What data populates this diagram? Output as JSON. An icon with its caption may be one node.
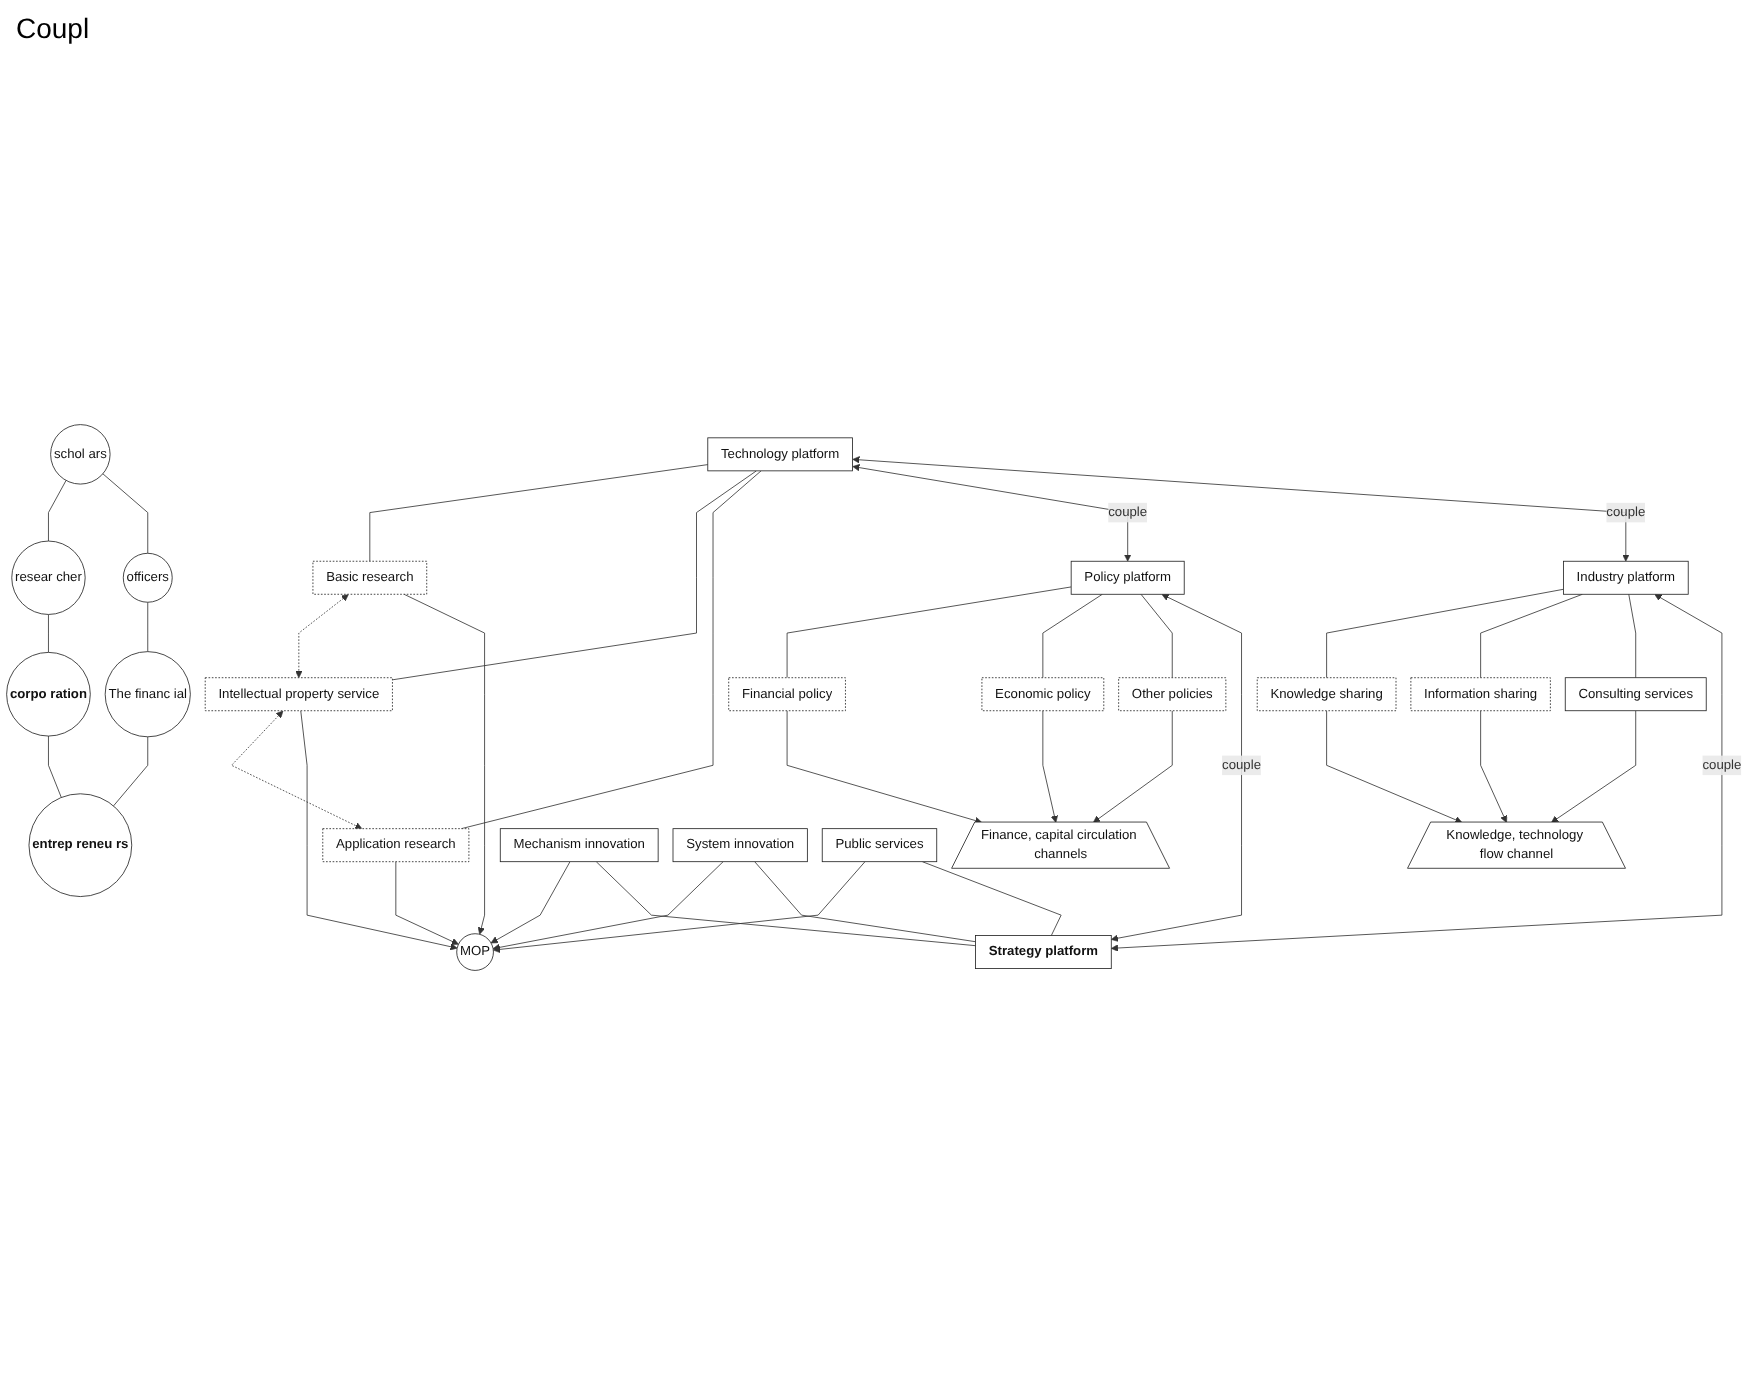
{
  "diagram": {
    "nodes": [
      {
        "text": [
          "Technology platform"
        ]
      },
      {
        "text": [
          "Basic research"
        ]
      },
      {
        "text": [
          "Intellectual property service"
        ]
      },
      {
        "text": [
          "Application research"
        ]
      },
      {
        "text": [
          "Policy platform"
        ]
      },
      {
        "text": [
          "Financial policy"
        ]
      },
      {
        "text": [
          "Economic policy"
        ]
      },
      {
        "text": [
          "Other policies"
        ]
      },
      {
        "text": [
          "Finance, capital circulation channels"
        ]
      },
      {
        "text": [
          "schol ars"
        ]
      },
      {
        "text": [
          "officers"
        ]
      },
      {
        "text": [
          "resear cher"
        ]
      },
      {
        "text": [
          "MOP"
        ]
      },
      {
        "text": [
          "The financ ial"
        ]
      },
      {
        "text": [
          "corpo ration"
        ]
      },
      {
        "text": [
          "entrep reneu rs"
        ]
      },
      {
        "text": [
          "Knowledge, technology flow channel"
        ]
      },
      {
        "text": [
          "Knowledge sharing"
        ]
      },
      {
        "text": [
          "Information sharing"
        ]
      },
      {
        "text": [
          "Consulting services"
        ]
      },
      {
        "text": [
          "Industry platform"
        ]
      },
      {
        "text": [
          "Mechanism innovation"
        ]
      },
      {
        "text": [
          "System innovation"
        ]
      },
      {
        "text": [
          "Public services"
        ]
      },
      {
        "text": [
          "Strategy platform"
        ]
      }
    ],
    "edges": [
      {
        "from": 0,
        "to": 1,
        "arrow": "none"
      },
      {
        "from": 0,
        "to": 2,
        "arrow": "none"
      },
      {
        "from": 0,
        "to": 3,
        "arrow": "none"
      },
      {
        "from": 1,
        "to": 2,
        "arrow": "both",
        "style": "dashed"
      },
      {
        "from": 2,
        "to": 3,
        "arrow": "both",
        "style": "dashed"
      },
      {
        "from": 1,
        "to": 12,
        "arrow": "to"
      },
      {
        "from": 2,
        "to": 12,
        "arrow": "to"
      },
      {
        "from": 3,
        "to": 12,
        "arrow": "to"
      },
      {
        "from": 0,
        "to": 4,
        "arrow": "both",
        "label": "couple"
      },
      {
        "from": 0,
        "to": 20,
        "arrow": "both",
        "label": "couple"
      },
      {
        "from": 4,
        "to": 5,
        "arrow": "none"
      },
      {
        "from": 4,
        "to": 6,
        "arrow": "none"
      },
      {
        "from": 4,
        "to": 7,
        "arrow": "none"
      },
      {
        "from": 5,
        "to": 8,
        "arrow": "to"
      },
      {
        "from": 6,
        "to": 8,
        "arrow": "to"
      },
      {
        "from": 7,
        "to": 8,
        "arrow": "to"
      },
      {
        "from": 9,
        "to": 11,
        "arrow": "none"
      },
      {
        "from": 9,
        "to": 10,
        "arrow": "none"
      },
      {
        "from": 11,
        "to": 14,
        "arrow": "none"
      },
      {
        "from": 10,
        "to": 13,
        "arrow": "none"
      },
      {
        "from": 13,
        "to": 15,
        "arrow": "none"
      },
      {
        "from": 14,
        "to": 15,
        "arrow": "none"
      },
      {
        "from": 20,
        "to": 17,
        "arrow": "none"
      },
      {
        "from": 20,
        "to": 18,
        "arrow": "none"
      },
      {
        "from": 20,
        "to": 19,
        "arrow": "none"
      },
      {
        "from": 17,
        "to": 16,
        "arrow": "to"
      },
      {
        "from": 18,
        "to": 16,
        "arrow": "to"
      },
      {
        "from": 19,
        "to": 16,
        "arrow": "to"
      },
      {
        "from": 21,
        "to": 12,
        "arrow": "to"
      },
      {
        "from": 22,
        "to": 12,
        "arrow": "to"
      },
      {
        "from": 23,
        "to": 12,
        "arrow": "to"
      },
      {
        "from": 21,
        "to": 24,
        "arrow": "none"
      },
      {
        "from": 22,
        "to": 24,
        "arrow": "none"
      },
      {
        "from": 23,
        "to": 24,
        "arrow": "none"
      },
      {
        "from": 4,
        "to": 24,
        "arrow": "both",
        "label": "couple"
      },
      {
        "from": 20,
        "to": 24,
        "arrow": "both",
        "label": "couple"
      }
    ],
    "labels": [
      "Coupl"
    ]
  }
}
